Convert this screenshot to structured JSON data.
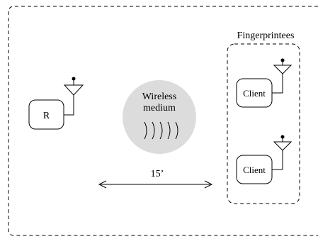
{
  "group_label": "Fingerprintees",
  "reader_label": "R",
  "client_labels": [
    "Client",
    "Client"
  ],
  "medium_label_line1": "Wireless",
  "medium_label_line2": "medium",
  "distance_label": "15’",
  "medium_fill_color": "#dcdcdc"
}
